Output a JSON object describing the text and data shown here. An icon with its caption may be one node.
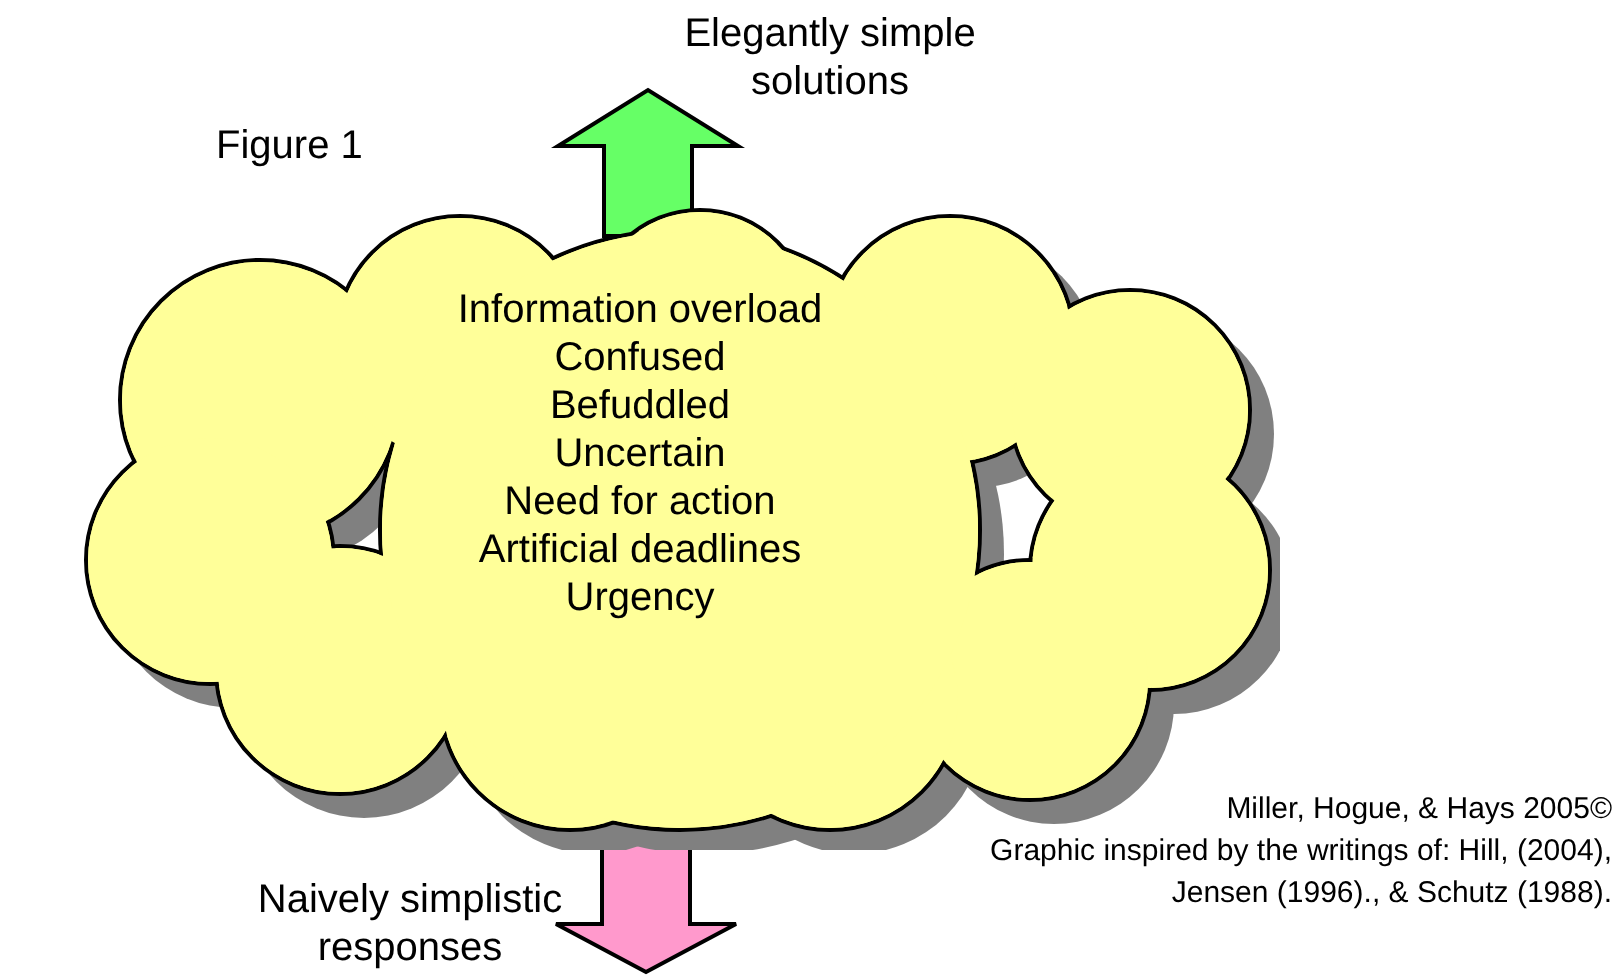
{
  "diagram": {
    "nodes": [
      {
        "text": [
          "Information overload",
          "Confused",
          "Befuddled",
          "Uncertain",
          "Need for action",
          "Artificial deadlines",
          "Urgency"
        ]
      },
      {
        "text": [
          "Elegantly simple solutions"
        ]
      },
      {
        "text": [
          "Naively simplistic responses"
        ]
      }
    ],
    "edges": [
      {
        "from": 0,
        "to": 1,
        "arrow": "to",
        "color": "#66ff66"
      },
      {
        "from": 0,
        "to": 2,
        "arrow": "to",
        "color": "#ff99cc"
      }
    ],
    "labels": [
      "Figure 1",
      "Miller, Hogue, & Hays 2005©",
      "Graphic inspired by the writings of: Hill, (2004), Jensen (1996)., & Schutz (1988)."
    ]
  }
}
